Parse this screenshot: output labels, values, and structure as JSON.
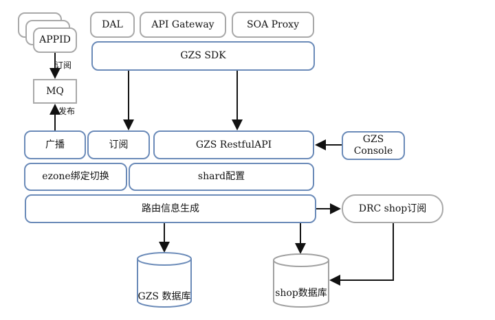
{
  "clients": {
    "appid": "APPID",
    "dal": "DAL",
    "api_gateway": "API Gateway",
    "soa_proxy": "SOA Proxy"
  },
  "sdk": "GZS SDK",
  "mq": "MQ",
  "edge_labels": {
    "subscribe": "订阅",
    "publish": "发布"
  },
  "layer1": {
    "broadcast": "广播",
    "subscribe": "订阅",
    "restful_api": "GZS RestfulAPI"
  },
  "console": {
    "line1": "GZS",
    "line2": "Console"
  },
  "layer2": {
    "ezone": "ezone绑定切换",
    "shard": "shard配置"
  },
  "routing": "路由信息生成",
  "drc": "DRC shop订阅",
  "databases": {
    "gzs_db": "GZS 数据库",
    "shop_db": "shop数据库"
  }
}
